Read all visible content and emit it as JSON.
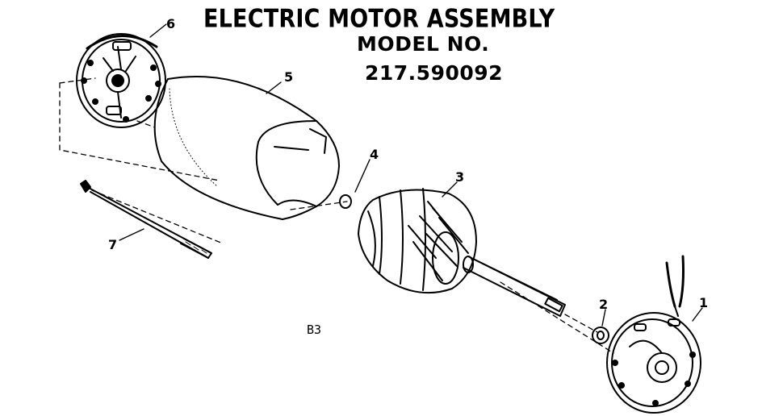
{
  "title": {
    "line1": "ELECTRIC MOTOR ASSEMBLY",
    "line2": "MODEL  NO.",
    "line3": "217.590092"
  },
  "callouts": {
    "c1": "1",
    "c2": "2",
    "c3": "3",
    "c4": "4",
    "c5": "5",
    "c6": "6",
    "c7": "7"
  },
  "diagram_code": "B3"
}
